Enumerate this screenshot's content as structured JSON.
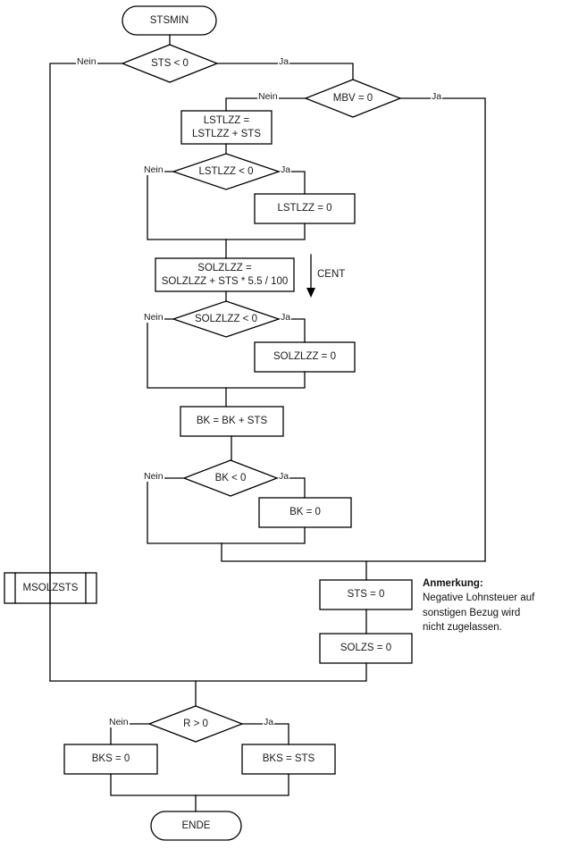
{
  "diagram": {
    "title": "STSMIN",
    "language": "de",
    "nodes": {
      "start": {
        "label": "STSMIN",
        "shape": "terminator"
      },
      "d_sts": {
        "label": "STS < 0",
        "shape": "decision"
      },
      "d_mbv": {
        "label": "MBV = 0",
        "shape": "decision"
      },
      "p_lstlzz_add": {
        "label": "LSTLZZ =\nLSTLZZ + STS",
        "shape": "process"
      },
      "d_lstlzz": {
        "label": "LSTLZZ < 0",
        "shape": "decision"
      },
      "p_lstlzz_zero": {
        "label": "LSTLZZ = 0",
        "shape": "process"
      },
      "p_solzlzz_add": {
        "label": "SOLZLZZ =\nSOLZLZZ + STS * 5.5 / 100",
        "shape": "process"
      },
      "d_solzlzz": {
        "label": "SOLZLZZ < 0",
        "shape": "decision"
      },
      "p_solzlzz_zero": {
        "label": "SOLZLZZ = 0",
        "shape": "process"
      },
      "p_bk_add": {
        "label": "BK = BK + STS",
        "shape": "process"
      },
      "d_bk": {
        "label": "BK < 0",
        "shape": "decision"
      },
      "p_bk_zero": {
        "label": "BK = 0",
        "shape": "process"
      },
      "p_msolzsts": {
        "label": "MSOLZSTS",
        "shape": "predefined-process"
      },
      "p_sts_zero": {
        "label": "STS = 0",
        "shape": "process"
      },
      "p_solzs_zero": {
        "label": "SOLZS = 0",
        "shape": "process"
      },
      "d_r": {
        "label": "R > 0",
        "shape": "decision"
      },
      "p_bks_zero": {
        "label": "BKS = 0",
        "shape": "process"
      },
      "p_bks_sts": {
        "label": "BKS = STS",
        "shape": "process"
      },
      "end": {
        "label": "ENDE",
        "shape": "terminator"
      }
    },
    "edge_labels": {
      "sts_nein": "Nein",
      "sts_ja": "Ja",
      "mbv_nein": "Nein",
      "mbv_ja": "Ja",
      "lstlzz_nein": "Nein",
      "lstlzz_ja": "Ja",
      "solzlzz_nein": "Nein",
      "solzlzz_ja": "Ja",
      "bk_nein": "Nein",
      "bk_ja": "Ja",
      "r_nein": "Nein",
      "r_ja": "Ja"
    },
    "annotations": {
      "cent": "CENT",
      "note_title": "Anmerkung:",
      "note_body": "Negative Lohnsteuer auf\nsonstigen Bezug wird\nnicht zugelassen."
    },
    "colors": {
      "stroke": "#000000",
      "fill": "#ffffff",
      "text": "#1a1a1a",
      "background": "#ffffff"
    }
  }
}
